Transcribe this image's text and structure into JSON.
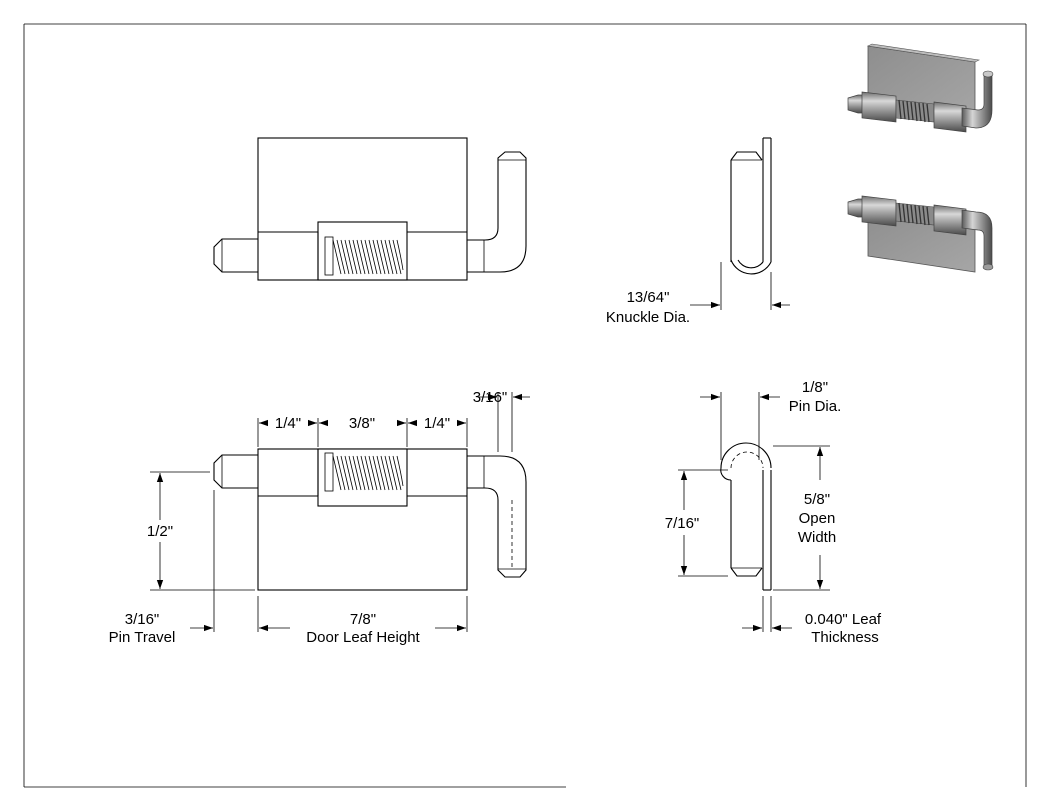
{
  "dimensions": {
    "knuckle_dia_value": "13/64\"",
    "knuckle_dia_label": "Knuckle Dia.",
    "leaf_quarter_left": "1/4\"",
    "spring_length": "3/8\"",
    "leaf_quarter_right": "1/4\"",
    "handle_offset": "3/16\"",
    "pin_dia_value": "1/8\"",
    "pin_dia_label": "Pin Dia.",
    "height_half": "1/2\"",
    "pin_travel_value": "3/16\"",
    "pin_travel_label": "Pin Travel",
    "door_leaf_height_value": "7/8\"",
    "door_leaf_height_label": "Door Leaf Height",
    "inner_height": "7/16\"",
    "open_width_value": "5/8\"",
    "open_width_label_1": "Open",
    "open_width_label_2": "Width",
    "leaf_thickness_value": "0.040\" Leaf",
    "leaf_thickness_label": "Thickness"
  },
  "colors": {
    "line": "#000000",
    "background": "#ffffff",
    "iso_leaf": "#9a9a9a",
    "iso_metal": "#a8a8a8"
  }
}
